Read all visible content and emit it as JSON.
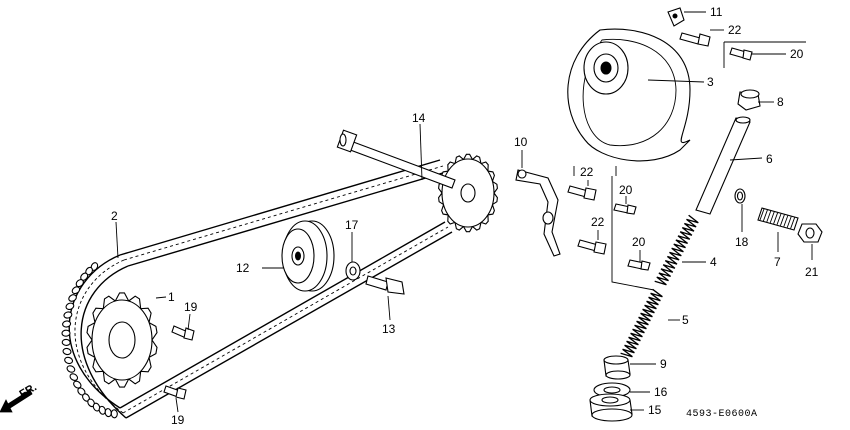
{
  "diagram": {
    "direction_marker": "FR.",
    "drawing_code": "4593-E0600A",
    "callouts": [
      {
        "id": "c1",
        "label": "1"
      },
      {
        "id": "c2",
        "label": "2"
      },
      {
        "id": "c3",
        "label": "3"
      },
      {
        "id": "c4",
        "label": "4"
      },
      {
        "id": "c5",
        "label": "5"
      },
      {
        "id": "c6",
        "label": "6"
      },
      {
        "id": "c7",
        "label": "7"
      },
      {
        "id": "c8",
        "label": "8"
      },
      {
        "id": "c9",
        "label": "9"
      },
      {
        "id": "c10",
        "label": "10"
      },
      {
        "id": "c11",
        "label": "11"
      },
      {
        "id": "c12",
        "label": "12"
      },
      {
        "id": "c13",
        "label": "13"
      },
      {
        "id": "c14",
        "label": "14"
      },
      {
        "id": "c15",
        "label": "15"
      },
      {
        "id": "c16",
        "label": "16"
      },
      {
        "id": "c17",
        "label": "17"
      },
      {
        "id": "c18",
        "label": "18"
      },
      {
        "id": "c19a",
        "label": "19"
      },
      {
        "id": "c19b",
        "label": "19"
      },
      {
        "id": "c20a",
        "label": "20"
      },
      {
        "id": "c20b",
        "label": "20"
      },
      {
        "id": "c20c",
        "label": "20"
      },
      {
        "id": "c21",
        "label": "21"
      },
      {
        "id": "c22a",
        "label": "22"
      },
      {
        "id": "c22b",
        "label": "22"
      },
      {
        "id": "c22c",
        "label": "22"
      }
    ]
  }
}
